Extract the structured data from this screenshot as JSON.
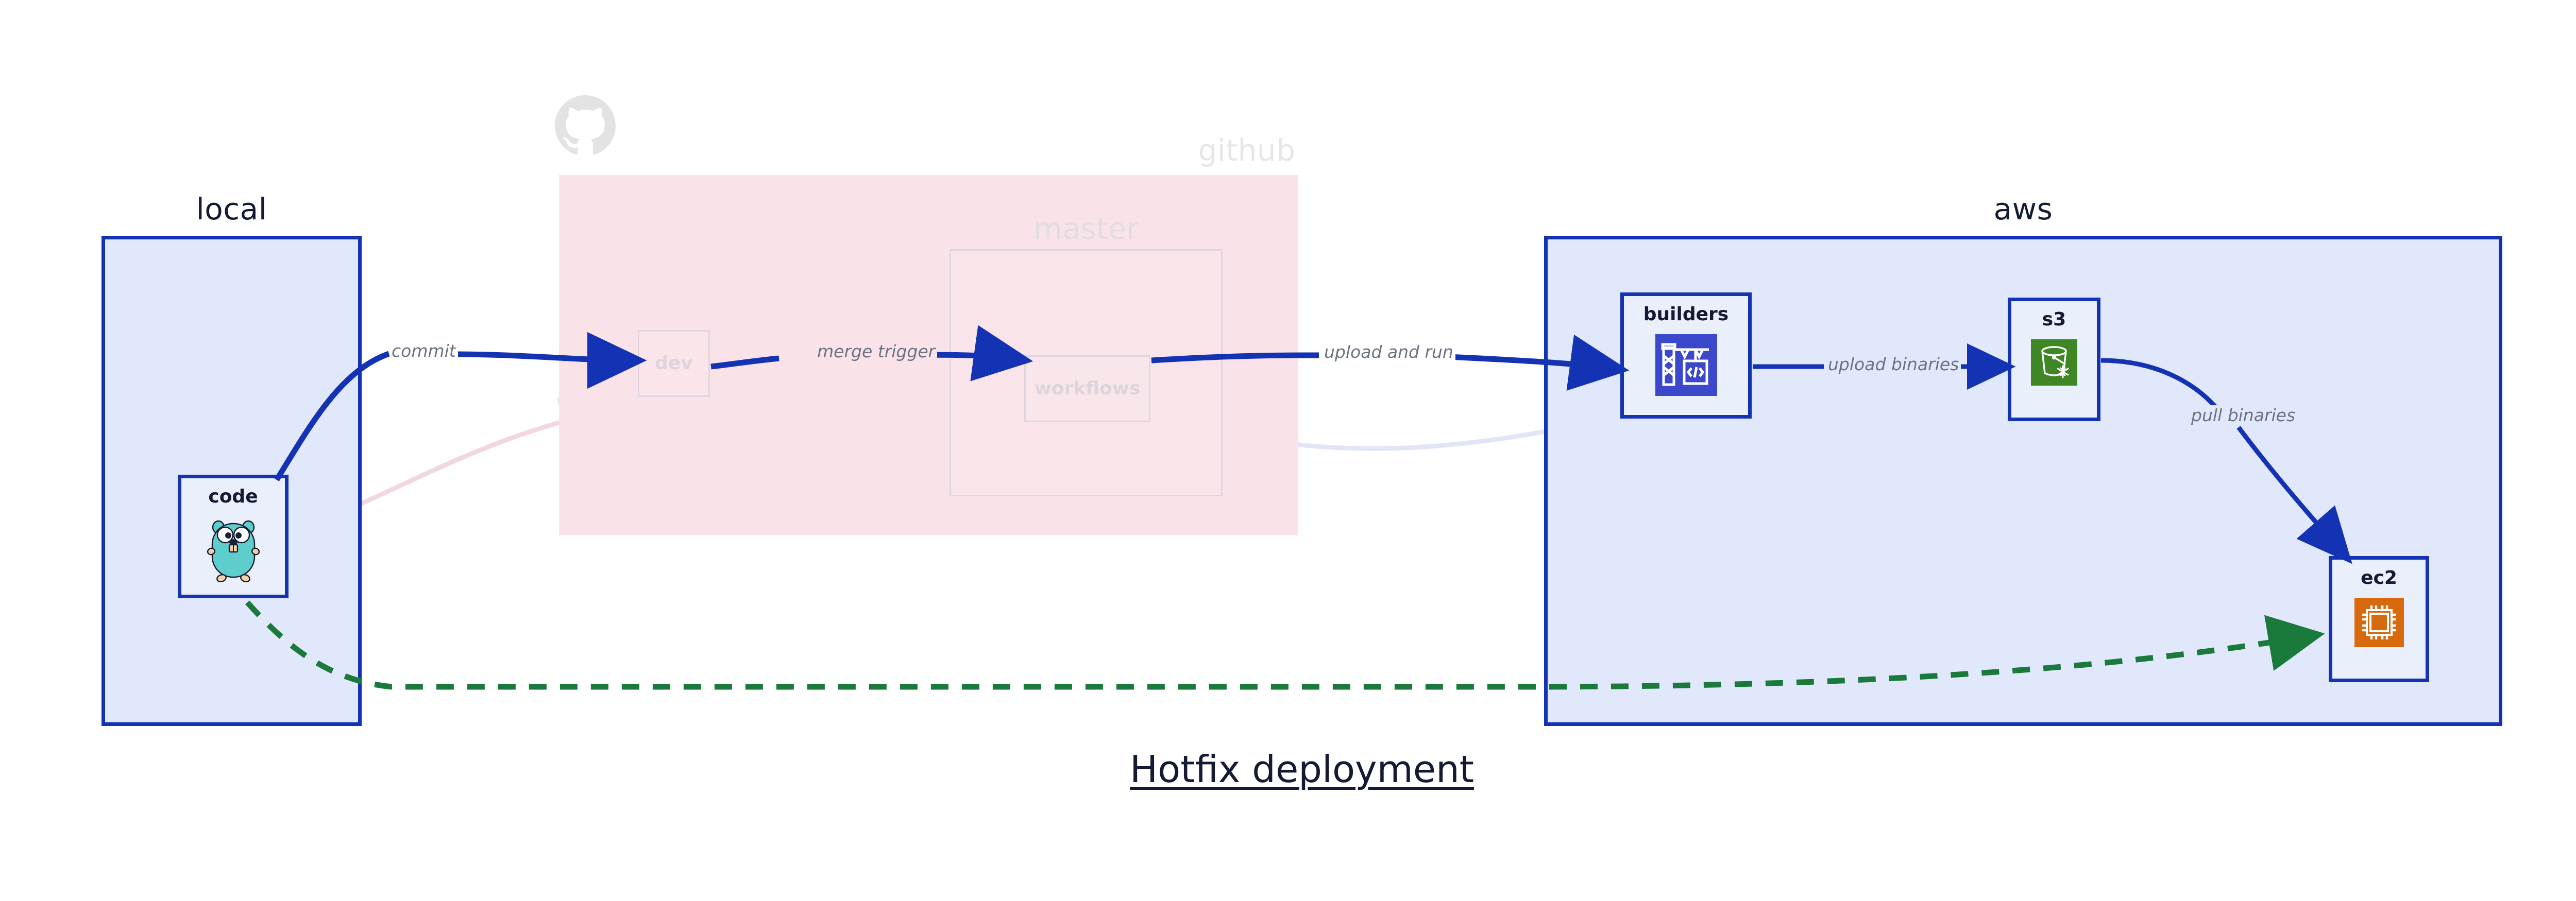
{
  "diagram": {
    "title": "Hotfix deployment",
    "background": "#ffffff"
  },
  "colors": {
    "primary_blue": "#1432b4",
    "cluster_blue_fill": "#e2e8fb",
    "node_fill": "#eaeffc",
    "github_pink_fill": "#f9e3e8",
    "faded_gray": "#e6e6e6",
    "faded_mauve": "#e0d6e2",
    "label_gray": "#6b7280",
    "title_navy": "#131a33",
    "green_dashed": "#1a7a3c",
    "gopher_teal": "#5ececd",
    "codebuild_indigo": "#3b48cc",
    "s3_green": "#3f8624",
    "ec2_orange": "#d9690d"
  },
  "clusters": [
    {
      "id": "local",
      "label": "local",
      "faded": false
    },
    {
      "id": "github",
      "label": "github",
      "faded": true
    },
    {
      "id": "aws",
      "label": "aws",
      "faded": false
    }
  ],
  "subclusters": [
    {
      "id": "master",
      "label": "master",
      "parent": "github"
    }
  ],
  "nodes": [
    {
      "id": "code",
      "label": "code",
      "parent": "local",
      "icon": "go-gopher-icon",
      "faded": false
    },
    {
      "id": "dev",
      "label": "dev",
      "parent": "github",
      "icon": null,
      "faded": true
    },
    {
      "id": "workflows",
      "label": "workflows",
      "parent": "master",
      "icon": null,
      "faded": true
    },
    {
      "id": "builders",
      "label": "builders",
      "parent": "aws",
      "icon": "aws-codebuild-icon",
      "faded": false
    },
    {
      "id": "s3",
      "label": "s3",
      "parent": "aws",
      "icon": "aws-s3-glacier-icon",
      "faded": false
    },
    {
      "id": "ec2",
      "label": "ec2",
      "parent": "aws",
      "icon": "aws-ec2-icon",
      "faded": false
    }
  ],
  "edges": [
    {
      "id": "e-commit",
      "from": "code",
      "to": "dev",
      "label": "commit",
      "style": "solid",
      "color": "#1432b4",
      "faded": false
    },
    {
      "id": "e-merge",
      "from": "dev",
      "to": "workflows",
      "label": "merge trigger",
      "style": "solid",
      "color": "#1432b4",
      "faded": false
    },
    {
      "id": "e-upload-run",
      "from": "workflows",
      "to": "builders",
      "label": "upload and run",
      "style": "solid",
      "color": "#1432b4",
      "faded": false
    },
    {
      "id": "e-upload-bin",
      "from": "builders",
      "to": "s3",
      "label": "upload binaries",
      "style": "solid",
      "color": "#1432b4",
      "faded": false
    },
    {
      "id": "e-pull-bin",
      "from": "s3",
      "to": "ec2",
      "label": "pull binaries",
      "style": "solid",
      "color": "#1432b4",
      "faded": false
    },
    {
      "id": "e-hotfix",
      "from": "code",
      "to": "ec2",
      "label": "",
      "style": "dashed",
      "color": "#1a7a3c",
      "faded": false
    },
    {
      "id": "e-ghost-code-dev",
      "from": "code",
      "to": "dev",
      "label": "",
      "style": "solid",
      "color": "#f3d7de",
      "faded": true
    },
    {
      "id": "e-ghost-dev-wf",
      "from": "dev",
      "to": "workflows",
      "label": "",
      "style": "solid",
      "color": "#ded8ea",
      "faded": true
    },
    {
      "id": "e-ghost-wf-bld",
      "from": "workflows",
      "to": "builders",
      "label": "",
      "style": "solid",
      "color": "#e2e6f4",
      "faded": true
    }
  ],
  "icons": {
    "github_logo": "github-octocat-icon"
  }
}
